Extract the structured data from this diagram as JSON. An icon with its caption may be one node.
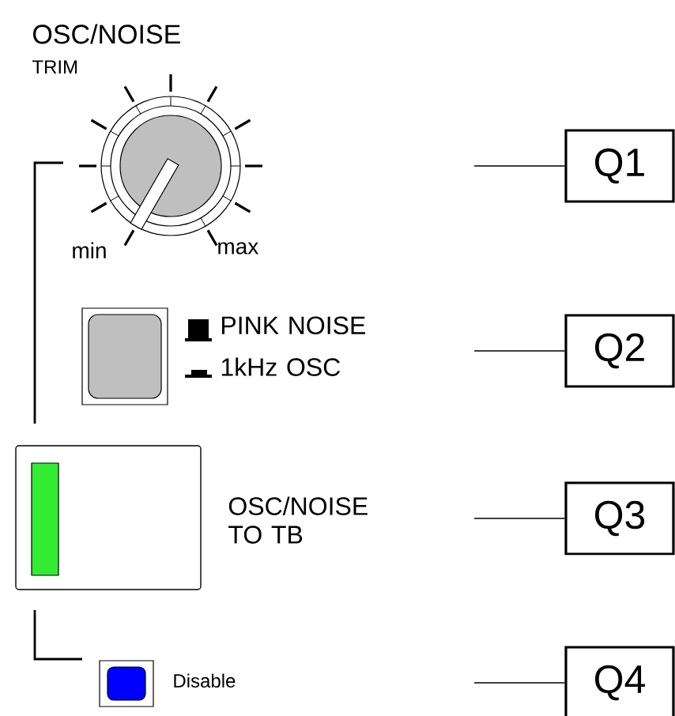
{
  "diagram": {
    "nodes": [
      {
        "text": [
          "Q1"
        ]
      },
      {
        "text": [
          "Q2"
        ]
      },
      {
        "text": [
          "Q3"
        ]
      },
      {
        "text": [
          "Q4"
        ]
      }
    ],
    "edges": [
      {
        "from": null,
        "to": 0,
        "arrow": "none"
      },
      {
        "from": null,
        "to": 1,
        "arrow": "none"
      },
      {
        "from": null,
        "to": 2,
        "arrow": "none"
      },
      {
        "from": null,
        "to": 3,
        "arrow": "none"
      }
    ],
    "labels": [
      "OSC/NOISE",
      "TRIM",
      "min",
      "max",
      "PINK NOISE",
      "1kHz OSC",
      "OSC/NOISE TO TB",
      "Disable"
    ]
  }
}
